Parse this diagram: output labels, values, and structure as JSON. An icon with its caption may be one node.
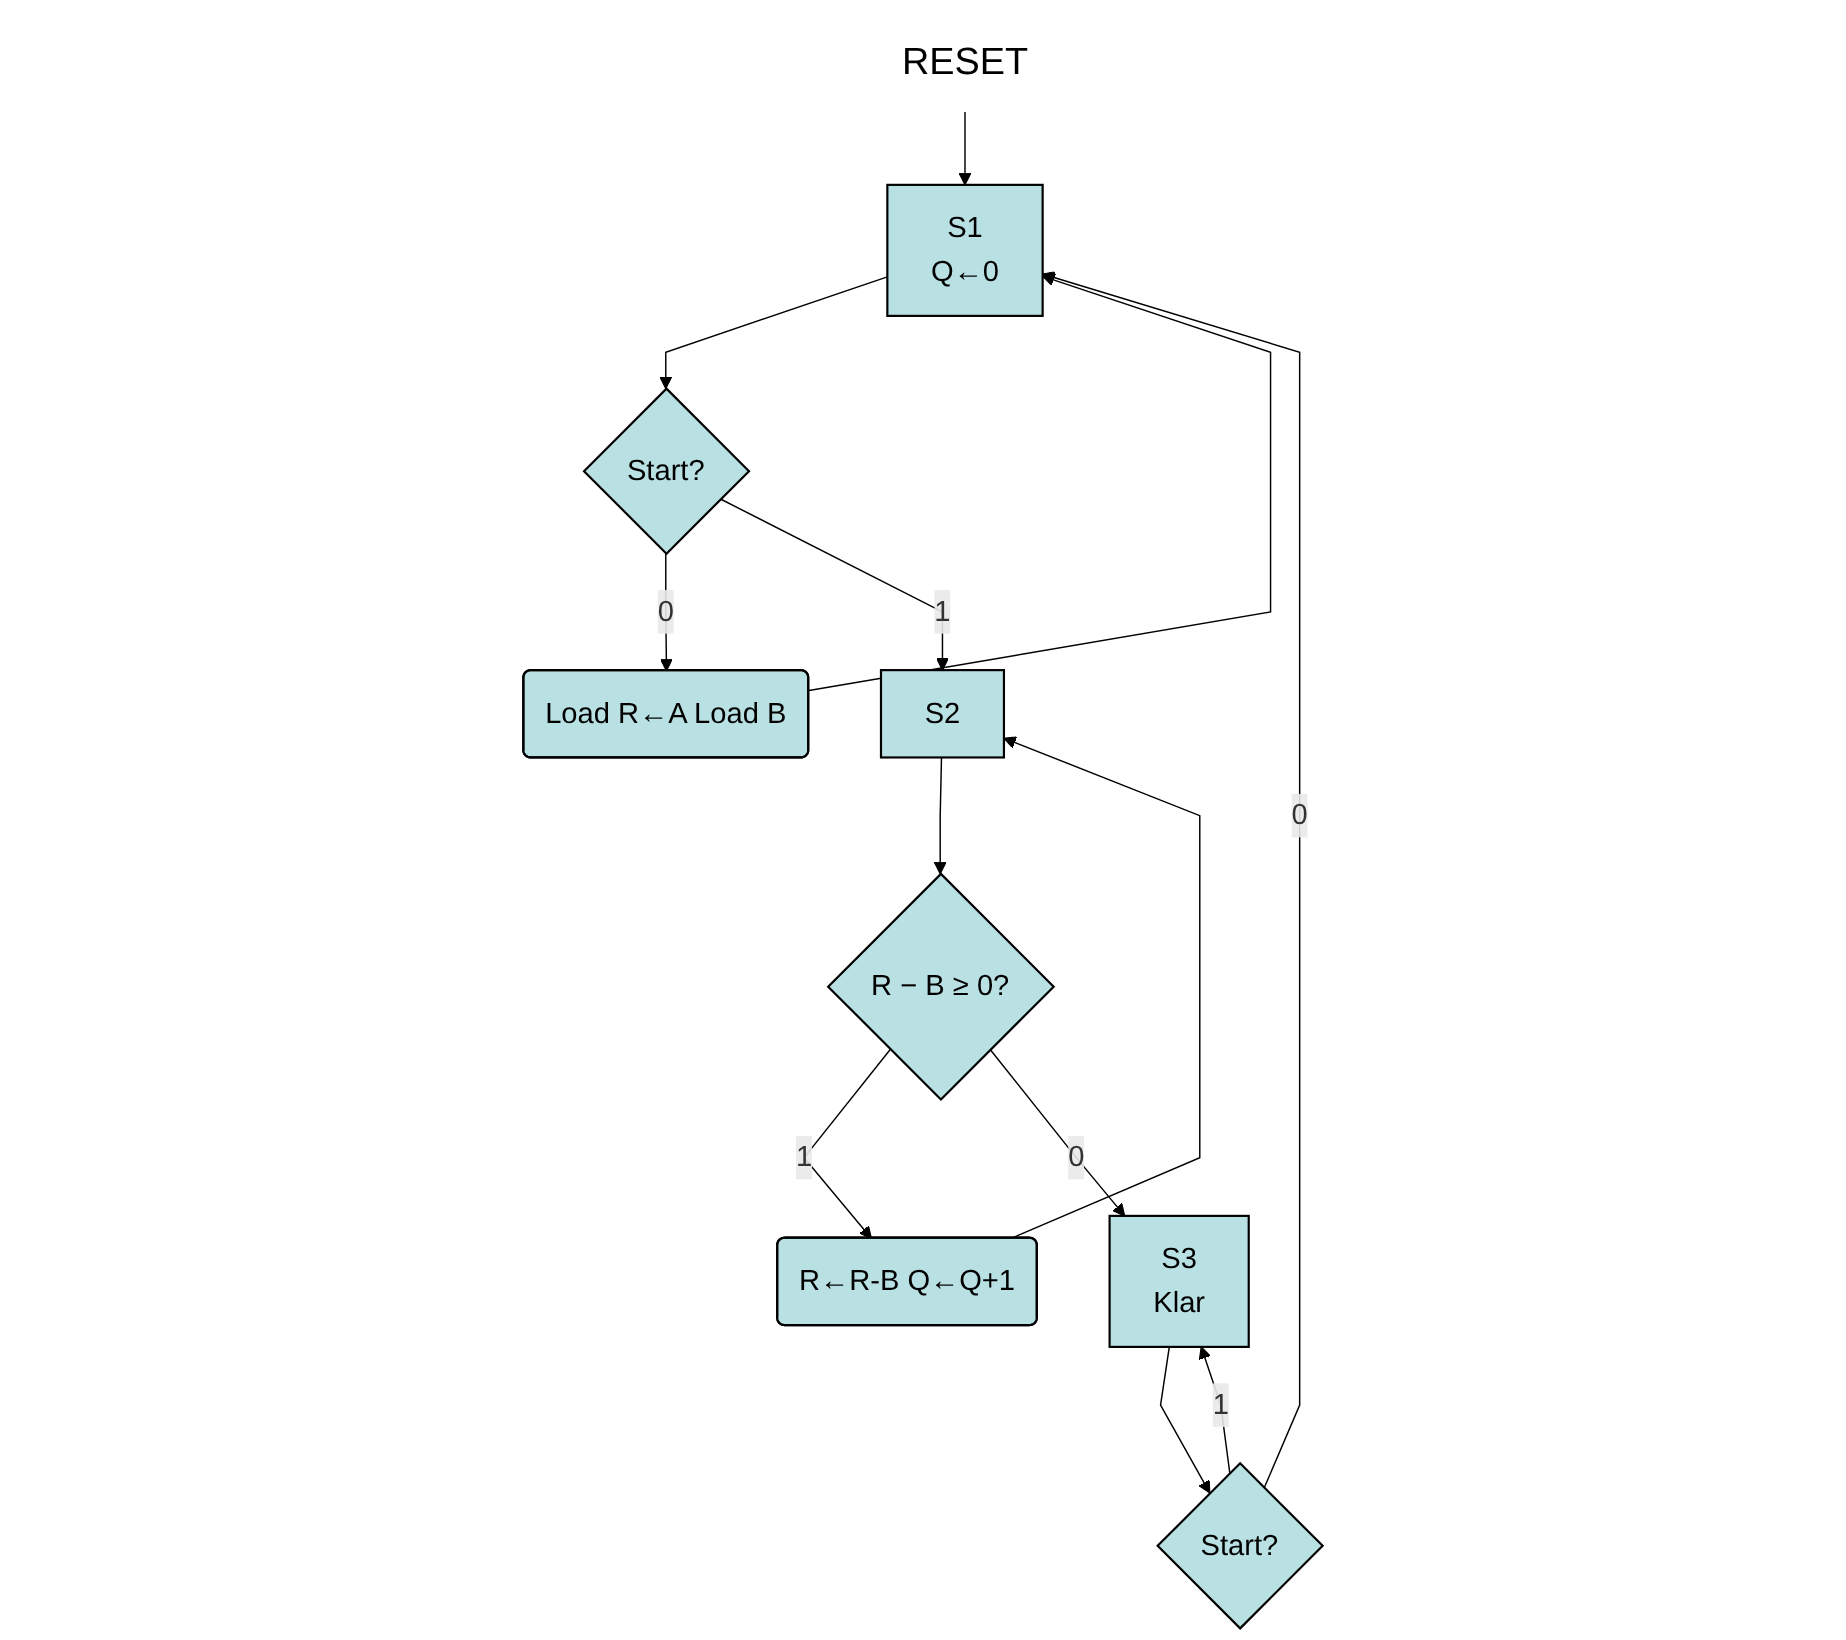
{
  "diagram": {
    "nodes": [
      {
        "text": [
          "RESET"
        ]
      },
      {
        "text": [
          "S1",
          "Q←0"
        ]
      },
      {
        "text": [
          "Start?"
        ]
      },
      {
        "text": [
          "Load R←A Load B"
        ]
      },
      {
        "text": [
          "S2"
        ]
      },
      {
        "text": [
          "R − B ≥ 0?"
        ]
      },
      {
        "text": [
          "R←R-B Q←Q+1"
        ]
      },
      {
        "text": [
          "S3",
          "Klar"
        ]
      },
      {
        "text": [
          "Start?"
        ]
      }
    ],
    "edges": [
      {
        "from": 0,
        "to": 1,
        "arrow": "to"
      },
      {
        "from": 1,
        "to": 2,
        "arrow": "to"
      },
      {
        "from": 2,
        "to": 3,
        "arrow": "to",
        "label": "0"
      },
      {
        "from": 3,
        "to": 1,
        "arrow": "to"
      },
      {
        "from": 2,
        "to": 4,
        "arrow": "to",
        "label": "1"
      },
      {
        "from": 4,
        "to": 5,
        "arrow": "to"
      },
      {
        "from": 5,
        "to": 6,
        "arrow": "to",
        "label": "1"
      },
      {
        "from": 6,
        "to": 4,
        "arrow": "to"
      },
      {
        "from": 5,
        "to": 7,
        "arrow": "to",
        "label": "0"
      },
      {
        "from": 7,
        "to": 8,
        "arrow": "to"
      },
      {
        "from": 8,
        "to": 1,
        "arrow": "to",
        "label": "0"
      },
      {
        "from": 8,
        "to": 7,
        "arrow": "to",
        "label": "1"
      }
    ]
  }
}
